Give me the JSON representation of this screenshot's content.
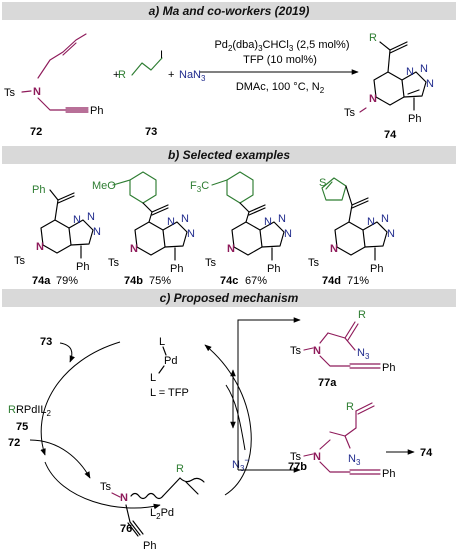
{
  "headers": {
    "a": "a) Ma and co-workers (2019)",
    "b": "b) Selected examples",
    "c": "c) Proposed mechanism"
  },
  "reaction": {
    "plus1": "+",
    "plus2": "+",
    "r_label": "R",
    "iodide": "I",
    "azide": "NaN",
    "azide_sub": "3",
    "cond_catalyst": "Pd",
    "cond_catalyst_rest": "(dba)",
    "cond_catalyst_rest2": "CHCl",
    "cond_catalyst_rest3": " (2,5 mol%)",
    "cond_ligand": "TFP (10 mol%)",
    "cond_solvent": "DMAc, 100 °C, N",
    "cond_solvent_sub": "2",
    "sub": "2",
    "sub3": "3"
  },
  "compounds": {
    "c72": "72",
    "c73": "73",
    "c74": "74",
    "c75": "75",
    "c76": "76",
    "c77a": "77a",
    "c77b": "77b"
  },
  "atoms": {
    "ts": "Ts",
    "n": "N",
    "ph": "Ph",
    "r": "R",
    "l": "L",
    "pd": "Pd",
    "n3": "N",
    "n3sub": "3",
    "n3minus": "N",
    "n3minus_sup": "3",
    "n3minus_charge": "−",
    "l2pd": "L",
    "l2pd_pd": "Pd",
    "l2pd_sub": "2",
    "rpdil2": "RPdIL",
    "rpdil2_sub": "2",
    "l_eq_tfp": "L = TFP",
    "meo": "MeO",
    "f3c": "F",
    "f3c_rest": "C",
    "f3c_sub": "3",
    "s": "S"
  },
  "examples": [
    {
      "label": "74a",
      "yield": "79%"
    },
    {
      "label": "74b",
      "yield": "75%"
    },
    {
      "label": "74c",
      "yield": "67%"
    },
    {
      "label": "74d",
      "yield": "71%"
    }
  ]
}
